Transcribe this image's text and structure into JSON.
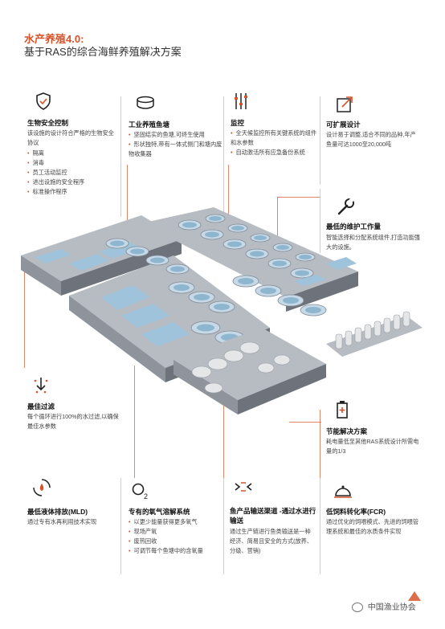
{
  "header": {
    "title": "水产养殖4.0:",
    "subtitle": "基于RAS的综合海鲜养殖解决方案"
  },
  "features": {
    "biosecurity": {
      "icon": "shield-check-icon",
      "title": "生物安全控制",
      "desc": "该设施的设计符合严格的生物安全协议",
      "items": [
        "隔离",
        "消毒",
        "员工活动监控",
        "进出设施的安全程序",
        "标准操作程序"
      ]
    },
    "ponds": {
      "icon": "pond-tank-icon",
      "title": "工业养殖鱼塘",
      "items": [
        "坚固结实的鱼塘,可终生使用",
        "形状独特,带有一体式侧门和塘内废物收集器"
      ]
    },
    "monitoring": {
      "icon": "sliders-icon",
      "title": "监控",
      "items": [
        "全天候监控所有关键系统的组件和水参数",
        "自动激活所有应急备份系统"
      ]
    },
    "scalable": {
      "icon": "expand-arrow-icon",
      "title": "可扩展设计",
      "desc": "设计易于调整,适合不同的品种,年产鱼量可达1000至20,000吨"
    },
    "maintenance": {
      "icon": "wrench-icon",
      "title": "最低的维护工作量",
      "desc": "智能选择和分配系统组件,打造功能强大的设施。"
    },
    "filtration": {
      "icon": "filter-arrow-icon",
      "title": "最佳过滤",
      "desc": "每个循环进行100%的水过滤,以确保最佳水参数"
    },
    "energy": {
      "icon": "battery-plus-icon",
      "title": "节能解决方案",
      "desc": "耗电量低至其他RAS系统设计所需电量的1/3"
    },
    "discharge": {
      "icon": "drop-cycle-icon",
      "title": "最低液体排放(MLD)",
      "desc": "通过专有水再利用技术实现"
    },
    "oxygen": {
      "icon": "oxygen-icon",
      "title": "专有的氧气溶解系统",
      "items": [
        "以更少能量获得更多氧气",
        "现场产氧",
        "废热回收",
        "可调节每个鱼塘中的含氧量"
      ]
    },
    "transport": {
      "icon": "transfer-arrows-icon",
      "title": "鱼产品输送渠道 -通过水进行输送",
      "desc": "通过生产链进行鱼类输送是一种经济、简易且安全的方式(放养、分级、营销)"
    },
    "fcr": {
      "icon": "cloche-icon",
      "title": "低饲料转化率(FCR)",
      "desc": "通过优化的饲喂模式、先进的饲喂管理系统和最佳的水质条件实现"
    }
  },
  "footer": {
    "logo_text": "中国渔业协会"
  },
  "colors": {
    "accent": "#d8532b",
    "water": "#9ec3db",
    "concrete": "#8f949c"
  }
}
